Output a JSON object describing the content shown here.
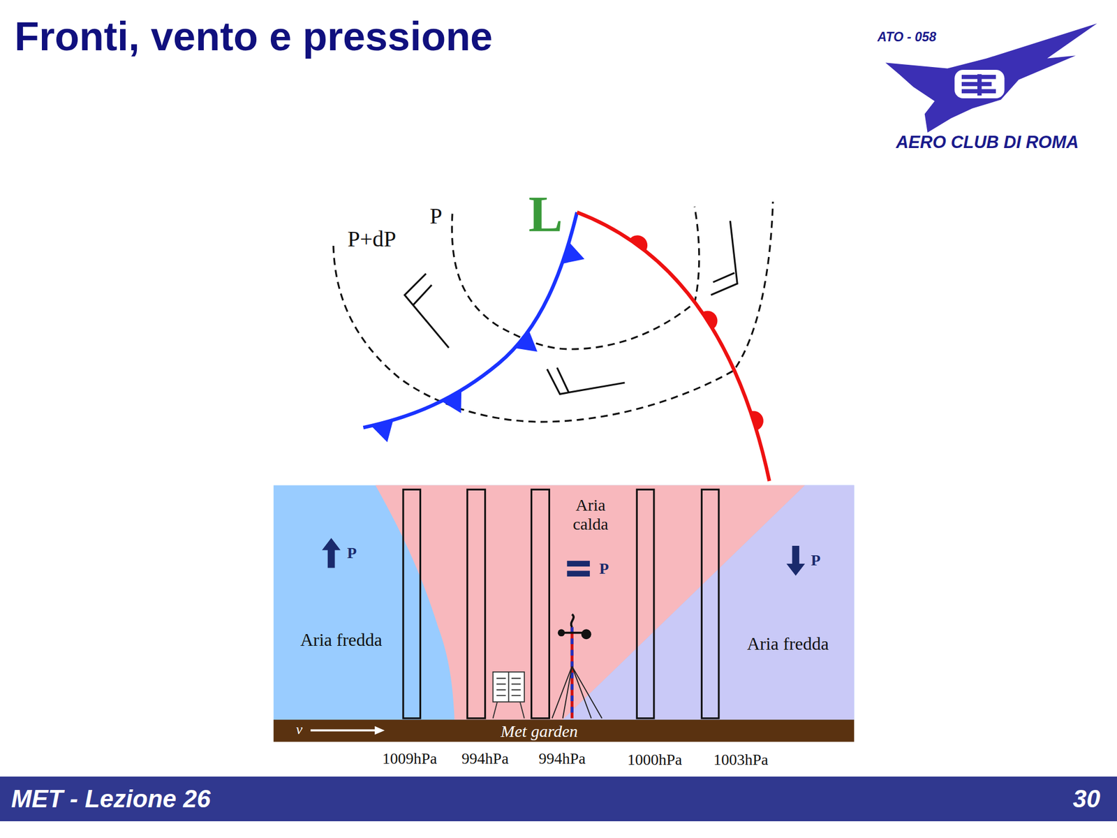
{
  "diagram": {
    "title": "Fronti, vento e pressione",
    "nodes": [
      {
        "text": [
          "MET - Lezione 26",
          "30"
        ]
      }
    ],
    "labels": [
      "ATO - 058",
      "AERO CLUB DI ROMA",
      "L",
      "P",
      "P+dP",
      "Aria calda",
      "P",
      "P",
      "P",
      "Aria fredda",
      "Aria fredda",
      "v",
      "Met garden",
      "1009hPa",
      "994hPa",
      "994hPa",
      "1000hPa",
      "1003hPa"
    ]
  }
}
